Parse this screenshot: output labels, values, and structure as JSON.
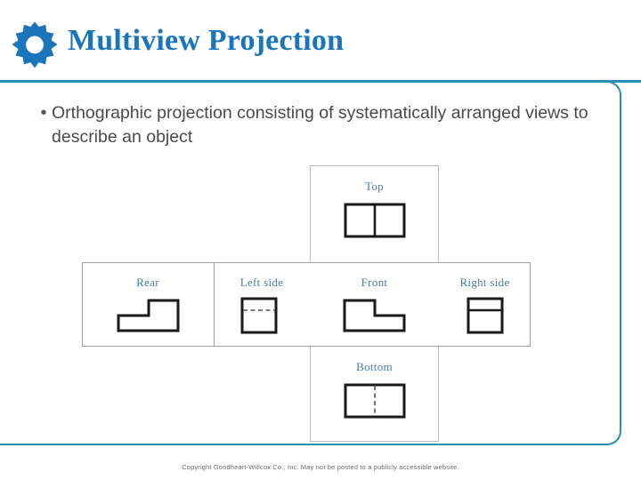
{
  "header": {
    "icon": "gear-icon",
    "title": "Multiview Projection",
    "accent_color": "#1b75bb",
    "rule_color": "#2b8cb4"
  },
  "body": {
    "bullet_marker": "•",
    "bullet_text": "Orthographic projection consisting of systematically arranged views to describe an object"
  },
  "diagram": {
    "label_color": "#4a7ba8",
    "line_color": "#1a1a1a",
    "grid_color": "#b9b9b9",
    "views": {
      "top": {
        "label": "Top",
        "description": "rectangle divided by a vertical solid line"
      },
      "rear": {
        "label": "Rear",
        "description": "stepped L-shape with riser on the right"
      },
      "left_side": {
        "label": "Left side",
        "description": "square with horizontal hidden dashed line"
      },
      "front": {
        "label": "Front",
        "description": "stepped L-shape with riser on the left"
      },
      "right_side": {
        "label": "Right side",
        "description": "square with horizontal solid line"
      },
      "bottom": {
        "label": "Bottom",
        "description": "rectangle divided by a vertical hidden dashed line"
      }
    }
  },
  "footer": {
    "copyright": "Copyright Goodheart-Willcox Co., Inc.  May not be posted to a publicly accessible website."
  }
}
